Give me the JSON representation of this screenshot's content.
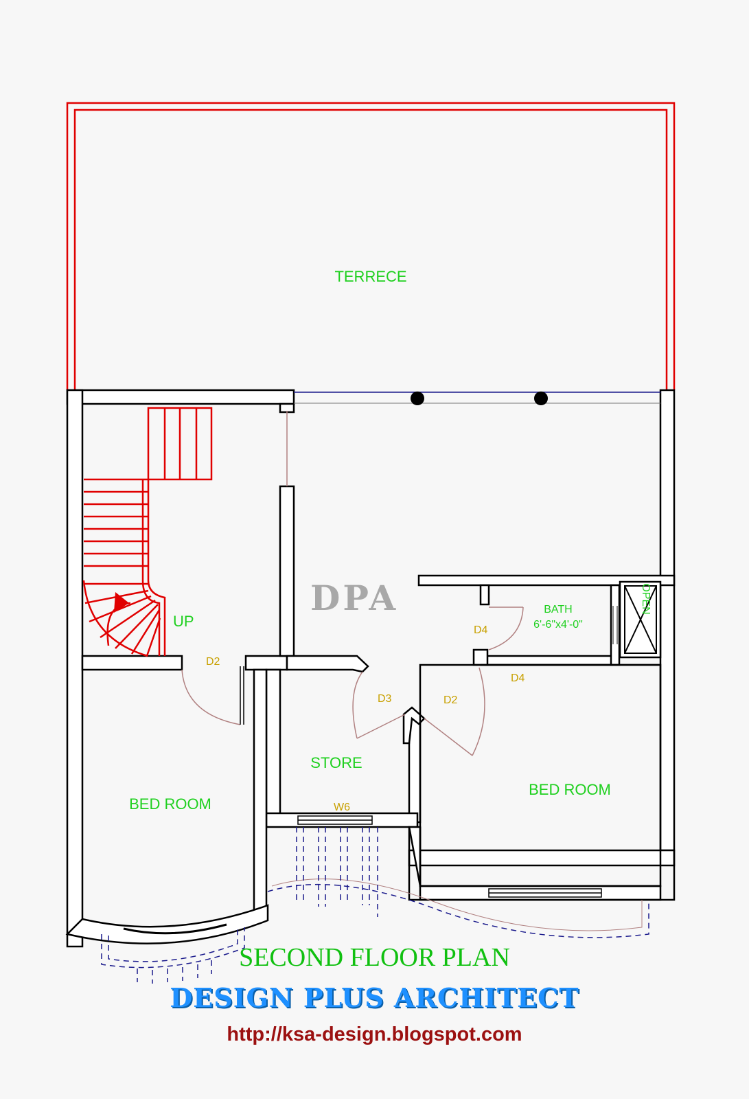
{
  "colors": {
    "background": "#f7f7f7",
    "wall": "#000000",
    "wall_fill": "#ffffff",
    "terrace_rail": "#e00000",
    "stair": "#e00000",
    "room_label": "#1fd01f",
    "door_tag": "#c8a000",
    "dashed": "#1a1a8c",
    "swing": "#b08080",
    "watermark": "#a8a8a8",
    "title": "#10c010",
    "brand": "#1e90ff",
    "url": "#9b1010"
  },
  "rooms": {
    "terrace": "TERRECE",
    "bed_room_left": "BED ROOM",
    "bed_room_right": "BED ROOM",
    "store": "STORE",
    "bath": "BATH",
    "bath_size": "6'-6\"x4'-0\"",
    "open": "OPEN",
    "stair_up": "UP"
  },
  "doors": {
    "d2_left": "D2",
    "d3": "D3",
    "d2_center": "D2",
    "d4_bath": "D4",
    "d4_bed": "D4",
    "w6": "W6"
  },
  "watermark": "DPA",
  "footer": {
    "title": "SECOND FLOOR PLAN",
    "brand": "DESIGN PLUS ARCHITECT",
    "url": "http://ksa-design.blogspot.com"
  }
}
